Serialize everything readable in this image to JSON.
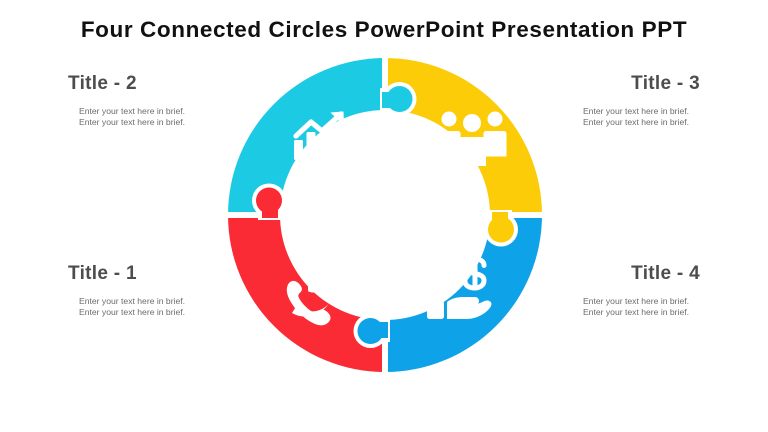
{
  "slide": {
    "title": "Four Connected Circles PowerPoint Presentation PPT",
    "background_color": "#FFFFFF"
  },
  "diagram": {
    "type": "four-piece-puzzle-donut",
    "center_hole_color": "#FFFFFF",
    "segments": [
      {
        "id": "segment-1",
        "position": "bottom-left",
        "color": "#FA2B35",
        "icon": "phone-clock-icon",
        "icon_color": "#FFFFFF",
        "linked_title": "Title - 1"
      },
      {
        "id": "segment-2",
        "position": "top-left",
        "color": "#1DCAE4",
        "icon": "bar-chart-growth-icon",
        "icon_color": "#FFFFFF",
        "linked_title": "Title - 2"
      },
      {
        "id": "segment-3",
        "position": "top-right",
        "color": "#FCCC08",
        "icon": "people-group-icon",
        "icon_color": "#FFFFFF",
        "linked_title": "Title - 3"
      },
      {
        "id": "segment-4",
        "position": "bottom-right",
        "color": "#0EA3E8",
        "icon": "hand-dollar-icon",
        "icon_color": "#FFFFFF",
        "linked_title": "Title - 4"
      }
    ]
  },
  "callouts": {
    "title1": {
      "heading": "Title - 1",
      "line1": "Enter your text here in brief.",
      "line2": "Enter your text here in brief."
    },
    "title2": {
      "heading": "Title - 2",
      "line1": "Enter your text here in brief.",
      "line2": "Enter your text here in brief."
    },
    "title3": {
      "heading": "Title - 3",
      "line1": "Enter your text here in brief.",
      "line2": "Enter your text here in brief."
    },
    "title4": {
      "heading": "Title - 4",
      "line1": "Enter your text here in brief.",
      "line2": "Enter your text here in brief."
    }
  }
}
